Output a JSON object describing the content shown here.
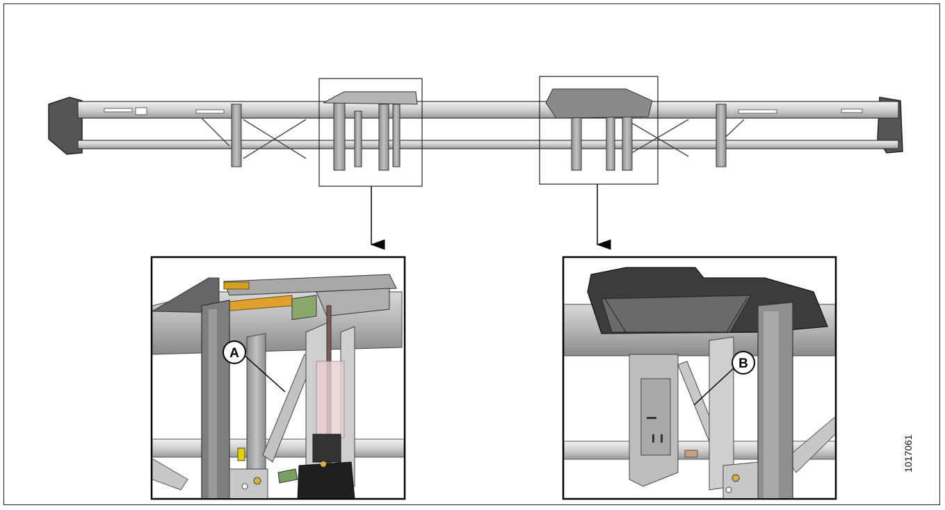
{
  "callouts": {
    "a": "A",
    "b": "B"
  },
  "figure_id": "1017061"
}
